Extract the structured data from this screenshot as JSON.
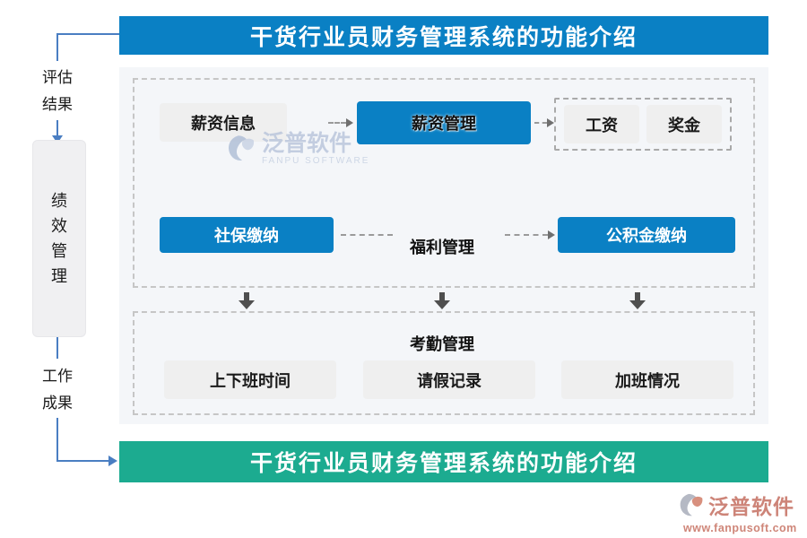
{
  "colors": {
    "blue": "#0a80c4",
    "green": "#1cab90",
    "connector": "#4a7ec2"
  },
  "banners": {
    "top": "干货行业员财务管理系统的功能介绍",
    "bottom": "干货行业员财务管理系统的功能介绍"
  },
  "left_rail": {
    "top_label": "评估结果",
    "middle_label": "绩效管理",
    "bottom_label": "工作成果"
  },
  "diagram": {
    "row1": {
      "source": "薪资信息",
      "process": "薪资管理",
      "outputs": [
        "工资",
        "奖金"
      ]
    },
    "row2": {
      "left": "社保缴纳",
      "center": "福利管理",
      "right": "公积金缴纳"
    },
    "attendance": {
      "title": "考勤管理",
      "items": [
        "上下班时间",
        "请假记录",
        "加班情况"
      ]
    }
  },
  "watermark": {
    "name": "泛普软件",
    "sub": "FANPU SOFTWARE"
  },
  "footer_logo": {
    "name": "泛普软件",
    "url": "www.fanpusoft.com"
  }
}
